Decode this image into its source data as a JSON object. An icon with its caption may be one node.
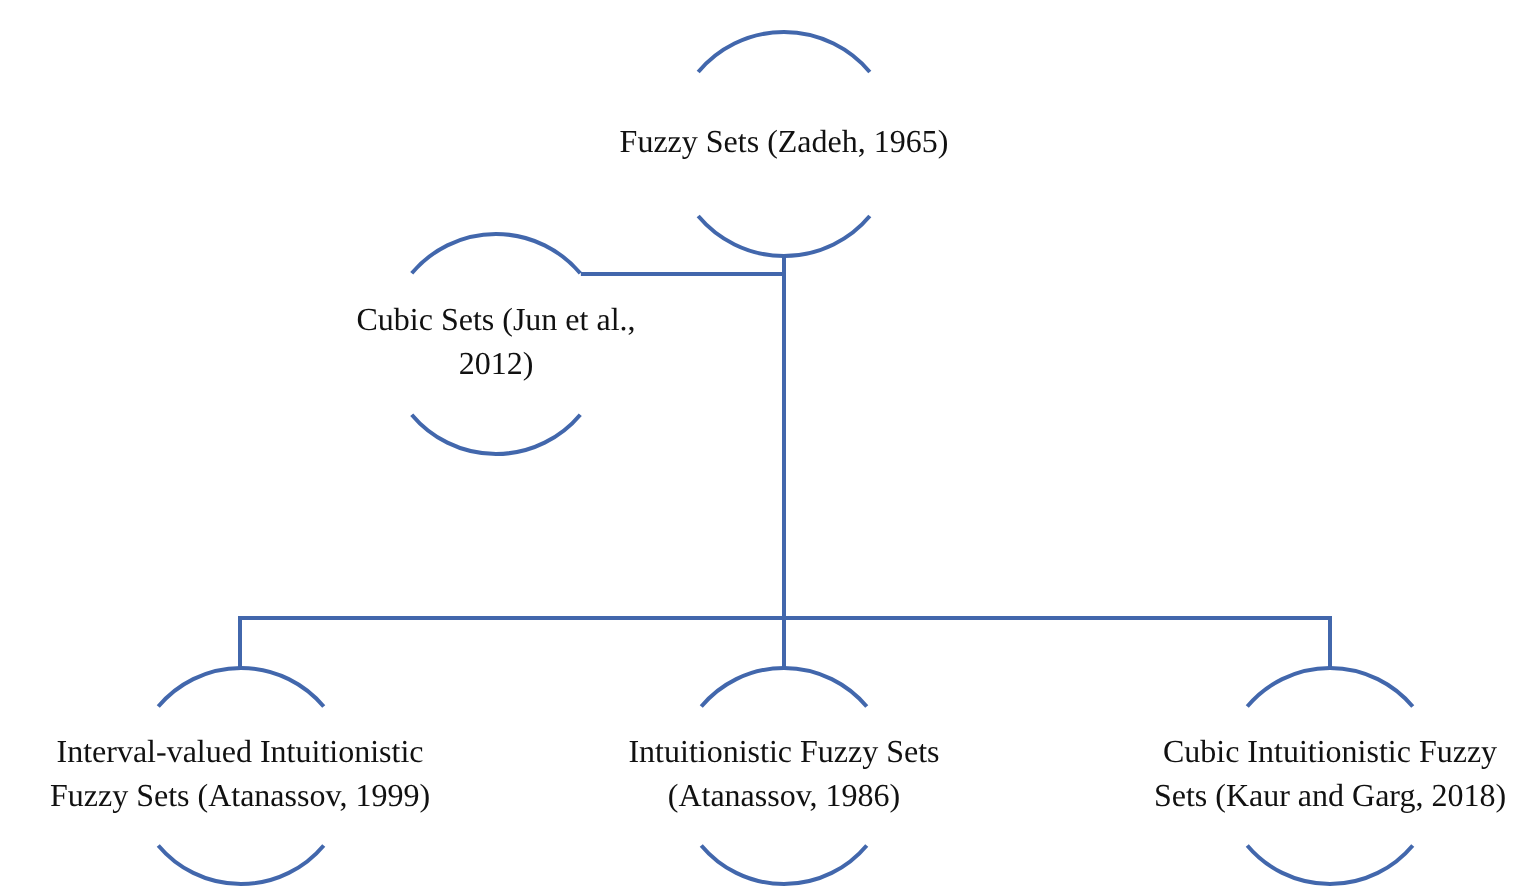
{
  "diagram": {
    "nodes": [
      {
        "text": [
          "Fuzzy Sets (Zadeh, 1965)"
        ]
      },
      {
        "text": [
          "Cubic Sets (Jun et al., 2012)"
        ]
      },
      {
        "text": [
          "Interval-valued Intuitionistic Fuzzy Sets (Atanassov, 1999)"
        ]
      },
      {
        "text": [
          "Intuitionistic Fuzzy Sets (Atanassov, 1986)"
        ]
      },
      {
        "text": [
          "Cubic Intuitionistic Fuzzy Sets (Kaur and Garg, 2018)"
        ]
      }
    ],
    "edges": [
      {
        "from": 0,
        "to": 1,
        "arrow": "none"
      },
      {
        "from": 0,
        "to": 2,
        "arrow": "none"
      },
      {
        "from": 0,
        "to": 3,
        "arrow": "none"
      },
      {
        "from": 0,
        "to": 4,
        "arrow": "none"
      }
    ]
  }
}
